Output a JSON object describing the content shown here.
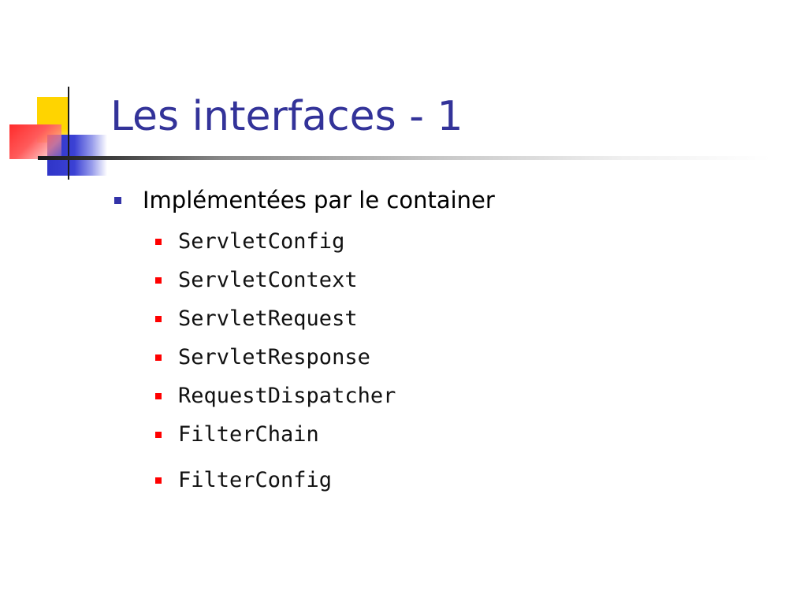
{
  "slide": {
    "title": "Les interfaces - 1",
    "level1": {
      "text": "Implémentées par le container"
    },
    "items": [
      "ServletConfig",
      "ServletContext",
      "ServletRequest",
      "ServletResponse",
      "RequestDispatcher",
      "FilterChain",
      "FilterConfig"
    ]
  },
  "colors": {
    "title": "#333399",
    "bullet_level1": "#3333a8",
    "bullet_level2": "#ff0000",
    "deco_yellow": "#ffd400",
    "deco_blue": "#2f35c8",
    "deco_red": "#ff2b2b"
  }
}
